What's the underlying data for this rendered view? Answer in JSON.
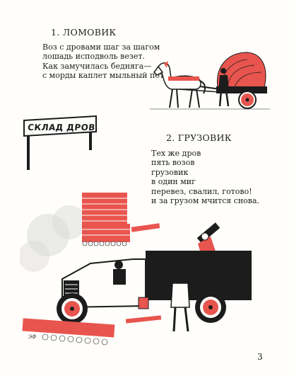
{
  "page": {
    "number": "3",
    "colors": {
      "accent_red": "#e8554e",
      "ink": "#1c1c1c",
      "paper": "#fffefb"
    }
  },
  "section1": {
    "title": "1. ЛОМОВИК",
    "lines": [
      "Воз с дровами шаг за шагом",
      "лошадь исподволь везет.",
      "Как замучилась бедняга—",
      "с морды каплет мыльный пот."
    ]
  },
  "section2": {
    "title": "2. ГРУЗОВИК",
    "lines": [
      "Тех же дров",
      "пять возов",
      "грузовик",
      "в один миг",
      "перевез, свалил, готово!",
      "и за грузом мчится снова."
    ]
  },
  "sign": {
    "text": "СКЛАД ДРОВ"
  },
  "illustration": {
    "signature": "ЭФ"
  }
}
